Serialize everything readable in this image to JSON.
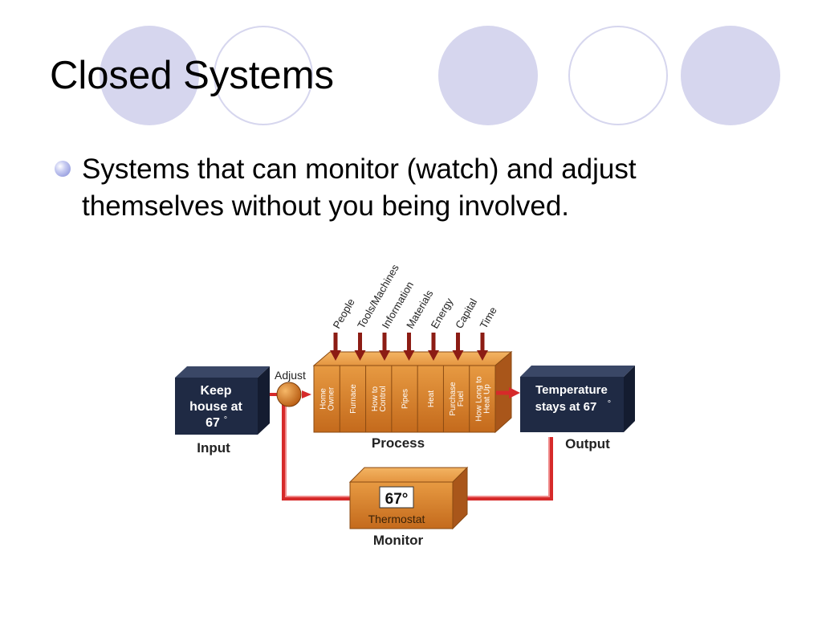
{
  "slide": {
    "title": "Closed Systems",
    "bullet": "Systems that can monitor (watch) and adjust themselves without you being involved."
  },
  "diagram": {
    "resources": [
      "People",
      "Tools/Machines",
      "Information",
      "Materials",
      "Energy",
      "Capital",
      "Time"
    ],
    "process_cells": [
      "Home Owner",
      "Furnace",
      "How to Control",
      "Pipes",
      "Heat",
      "Purchase Fuel",
      "How Long to Heat Up"
    ],
    "input_box": {
      "line1": "Keep",
      "line2": "house at",
      "line3": "67",
      "deg": "°"
    },
    "output_box": {
      "line1": "Temperature",
      "line2": "stays at 67",
      "deg": "°"
    },
    "monitor_box": {
      "reading": "67°",
      "label": "Thermostat"
    },
    "adjust_label": "Adjust",
    "labels": {
      "input": "Input",
      "process": "Process",
      "output": "Output",
      "monitor": "Monitor"
    },
    "colors": {
      "dark_box": "#1f2a44",
      "orange_box": "#d9822b",
      "loop_line": "#d62a2a",
      "decor_circle": "#d6d6ee"
    }
  }
}
